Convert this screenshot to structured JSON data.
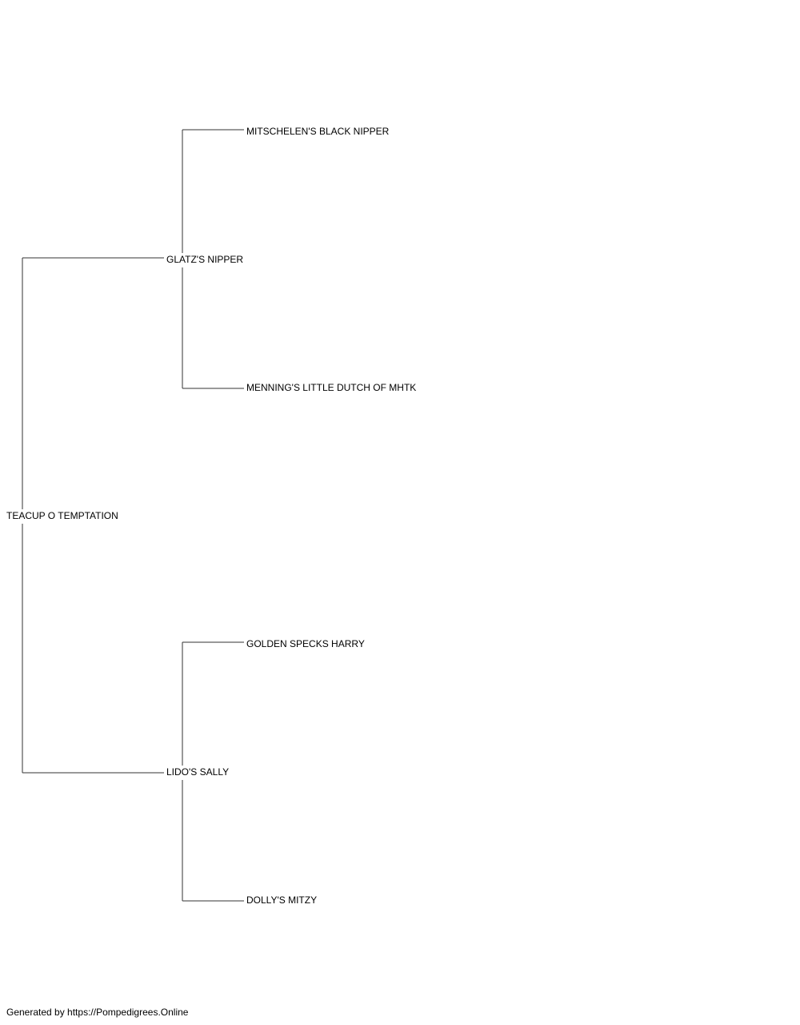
{
  "pedigree": {
    "subject": "TEACUP O TEMPTATION",
    "sire": "GLATZ'S NIPPER",
    "sire_sire": "MITSCHELEN'S BLACK NIPPER",
    "sire_dam": "MENNING'S LITTLE DUTCH OF MHTK",
    "dam": "LIDO'S SALLY",
    "dam_sire": "GOLDEN SPECKS HARRY",
    "dam_dam": "DOLLY'S MITZY"
  },
  "footer": {
    "text": "Generated by https://Pompedigrees.Online"
  }
}
